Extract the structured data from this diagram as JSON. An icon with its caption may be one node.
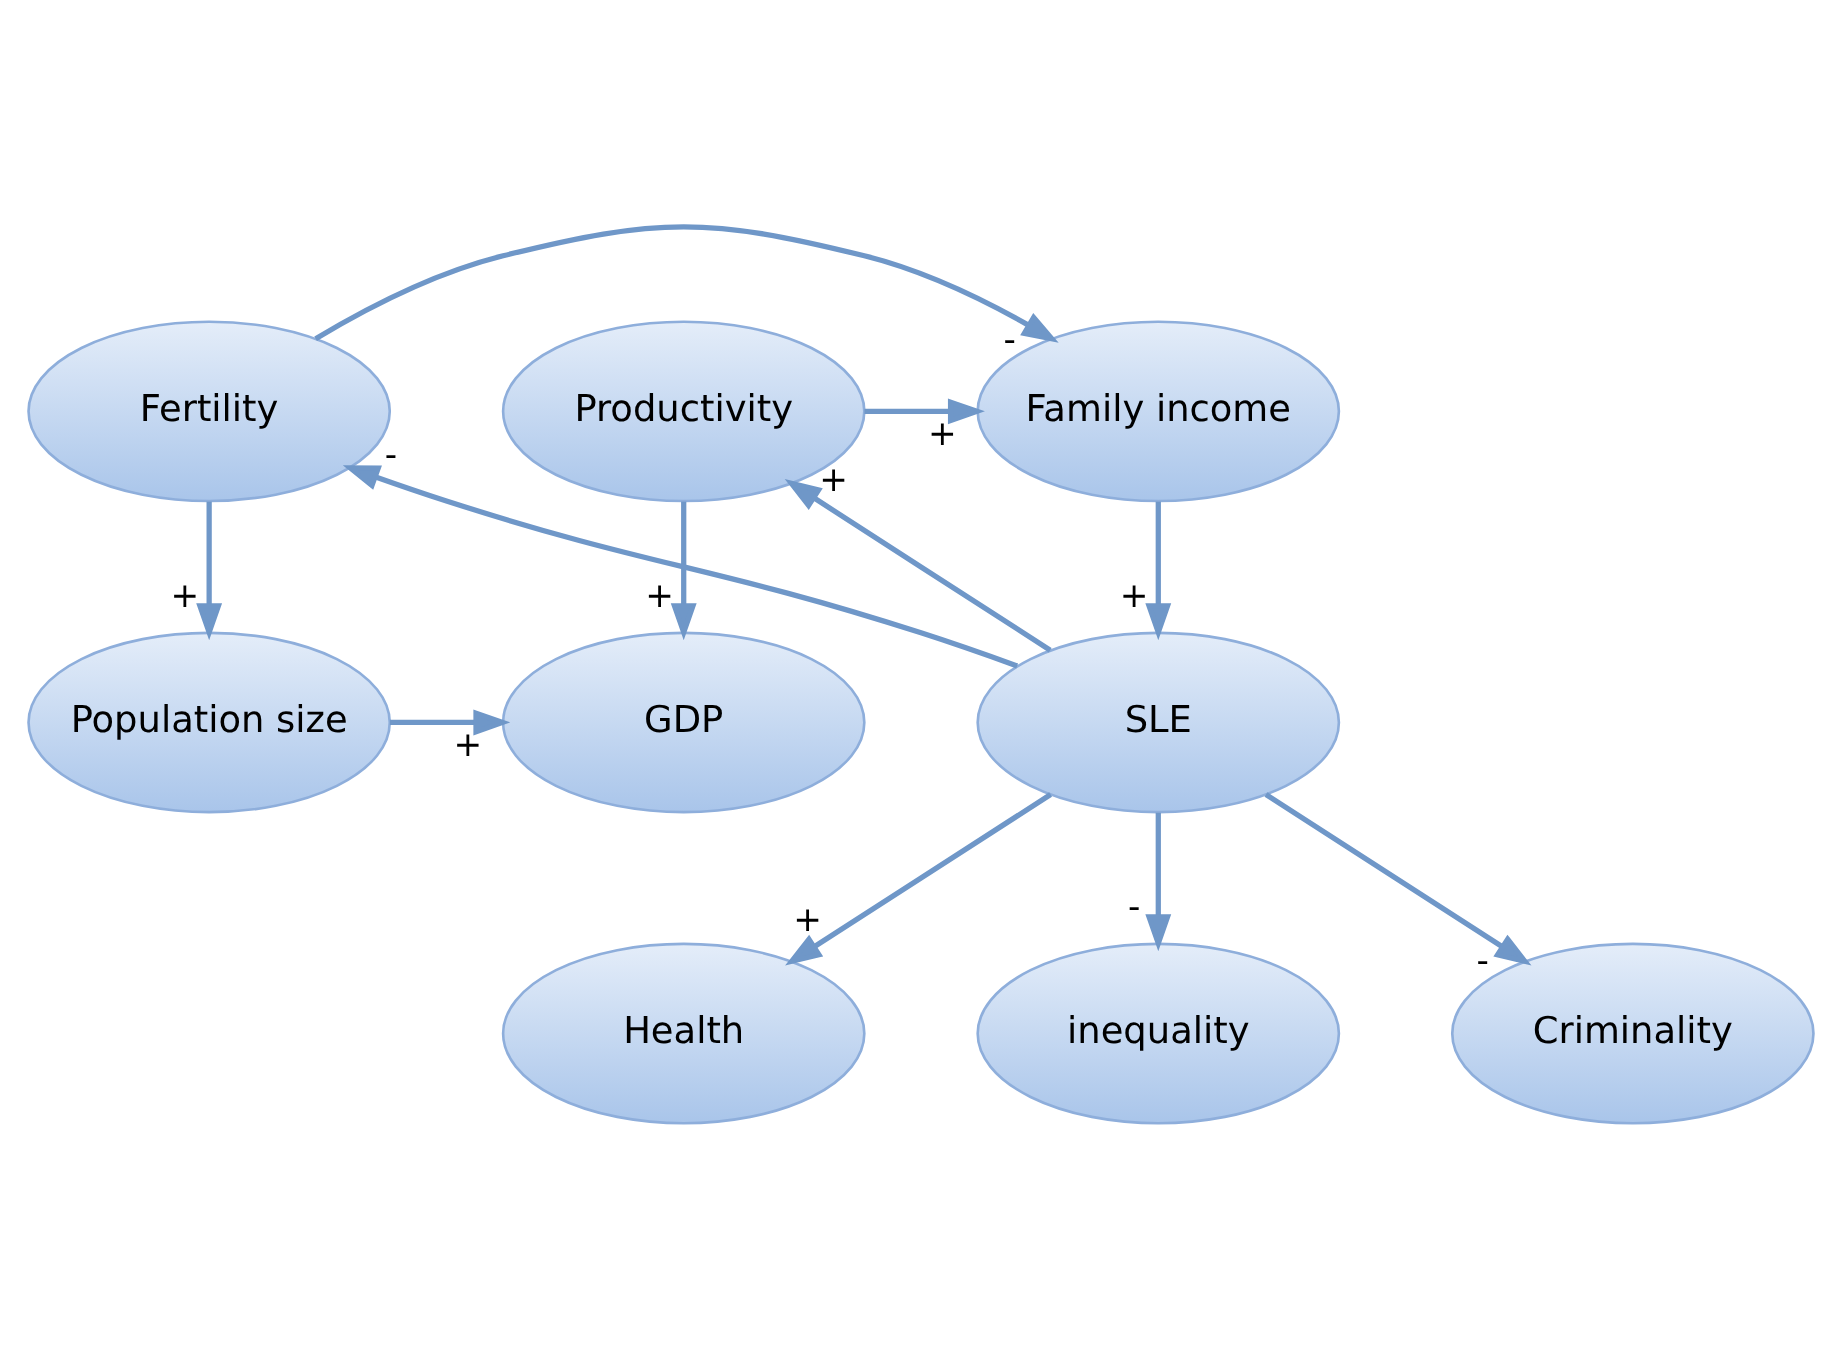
{
  "diagram": {
    "nodes": [
      {
        "text": [
          "GDP"
        ]
      },
      {
        "text": [
          "Population size"
        ]
      },
      {
        "text": [
          "Productivity"
        ]
      },
      {
        "text": [
          "Family income"
        ]
      },
      {
        "text": [
          "Fertility"
        ]
      },
      {
        "text": [
          "SLE"
        ]
      },
      {
        "text": [
          "Health"
        ]
      },
      {
        "text": [
          "inequality"
        ]
      },
      {
        "text": [
          "Criminality"
        ]
      }
    ],
    "edges": [
      {
        "from": 1,
        "to": 0,
        "arrow": "to",
        "label": "+"
      },
      {
        "from": 4,
        "to": 1,
        "arrow": "to",
        "label": "+"
      },
      {
        "from": 2,
        "to": 0,
        "arrow": "to",
        "label": "+"
      },
      {
        "from": 2,
        "to": 3,
        "arrow": "to",
        "label": "+"
      },
      {
        "from": 4,
        "to": 3,
        "arrow": "to",
        "label": "-"
      },
      {
        "from": 5,
        "to": 2,
        "arrow": "to",
        "label": "+"
      },
      {
        "from": 3,
        "to": 5,
        "arrow": "to",
        "label": "+"
      },
      {
        "from": 5,
        "to": 4,
        "arrow": "to",
        "label": "-"
      },
      {
        "from": 5,
        "to": 6,
        "arrow": "to",
        "label": "+"
      },
      {
        "from": 5,
        "to": 7,
        "arrow": "to",
        "label": "-"
      },
      {
        "from": 5,
        "to": 8,
        "arrow": "to",
        "label": "-"
      }
    ]
  }
}
